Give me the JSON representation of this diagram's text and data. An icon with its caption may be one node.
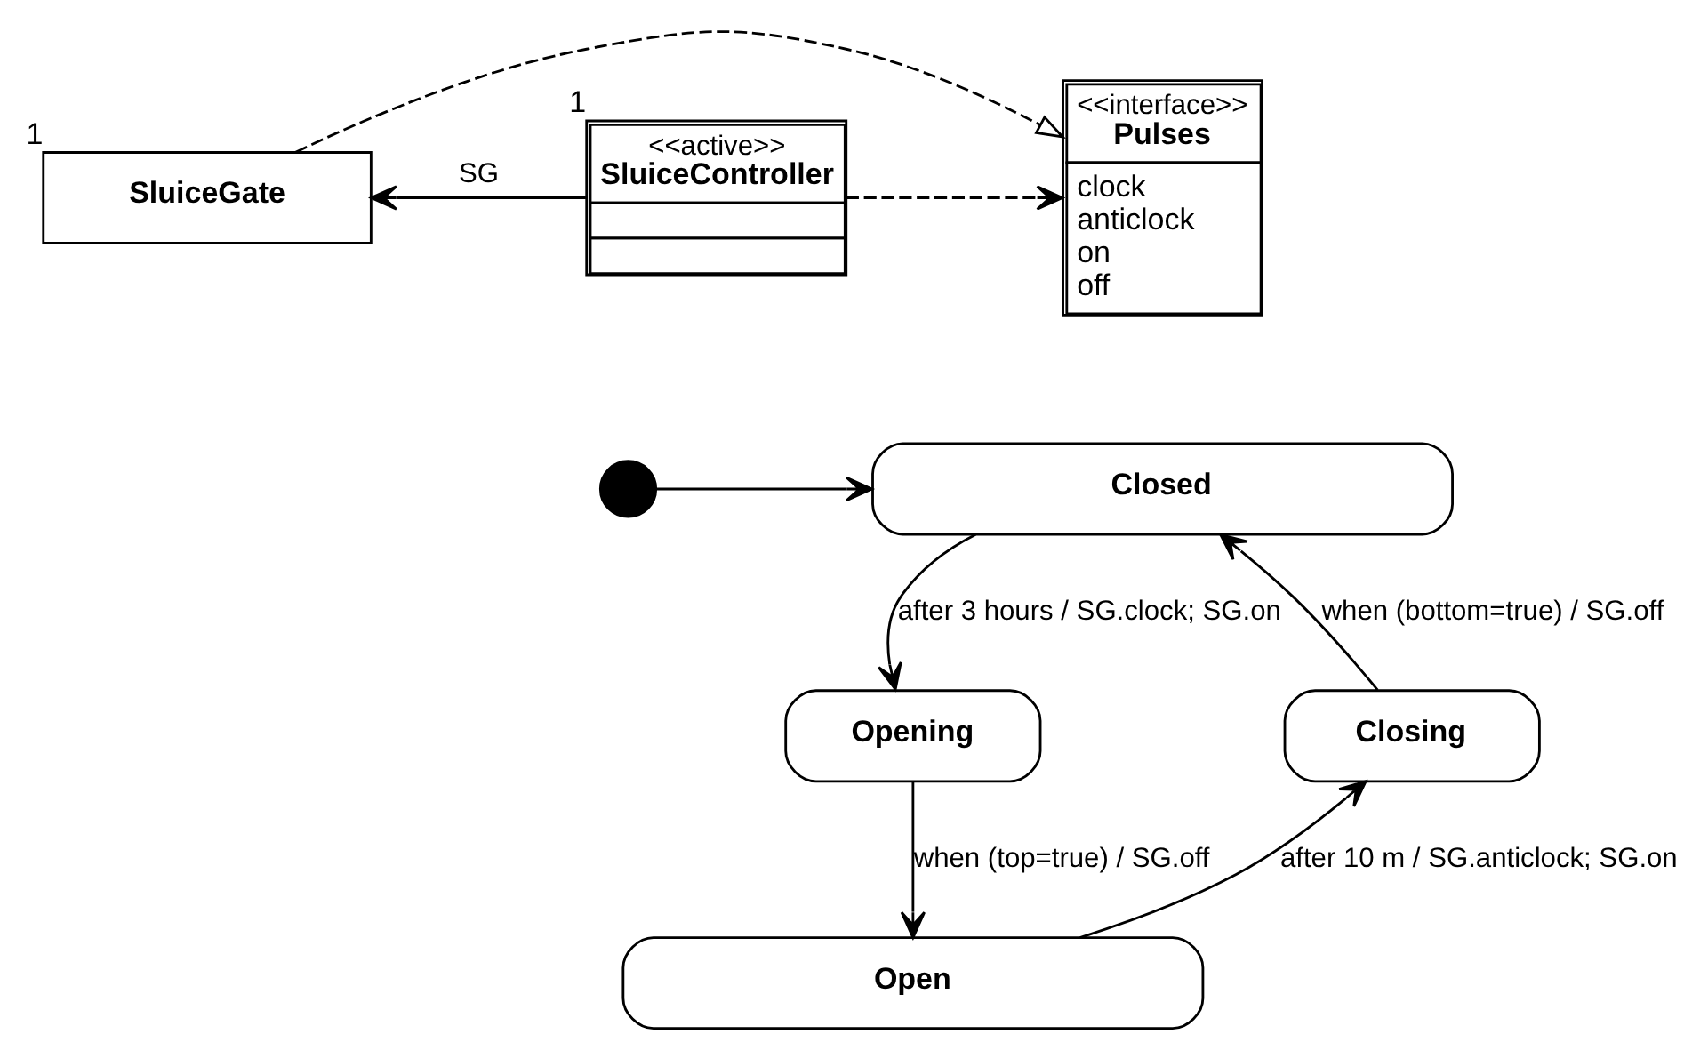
{
  "diagram": {
    "nodes": [
      {
        "text": [
          "SluiceGate"
        ],
        "beside": [
          "1"
        ]
      },
      {
        "text": [
          "<<interface>>",
          "Pulses",
          "clock",
          "anticlock",
          "on",
          "off"
        ]
      },
      {
        "text": [
          "<<active>>",
          "SluiceController"
        ],
        "beside": [
          "1"
        ]
      },
      {
        "text": [],
        "shape": "circle"
      },
      {
        "text": [
          "Closed"
        ]
      },
      {
        "text": [
          "Opening"
        ]
      },
      {
        "text": [
          "Closing"
        ]
      },
      {
        "text": [
          "Open"
        ]
      }
    ],
    "edges": [
      {
        "from": 0,
        "to": 1,
        "arrow": "to",
        "style": "dashed"
      },
      {
        "from": 2,
        "to": 1,
        "arrow": "to",
        "style": "dashed"
      },
      {
        "from": 2,
        "to": 0,
        "arrow": "to",
        "label": "SG"
      },
      {
        "from": 3,
        "to": 4,
        "arrow": "to"
      },
      {
        "from": 4,
        "to": 5,
        "arrow": "to",
        "label": "after 3 hours / SG.clock; SG.on"
      },
      {
        "from": 5,
        "to": 7,
        "arrow": "to",
        "label": "when (top=true) / SG.off"
      },
      {
        "from": 7,
        "to": 6,
        "arrow": "to",
        "label": "after 10 m / SG.anticlock; SG.on"
      },
      {
        "from": 6,
        "to": 4,
        "arrow": "to",
        "label": "when (bottom=true) / SG.off"
      }
    ]
  }
}
